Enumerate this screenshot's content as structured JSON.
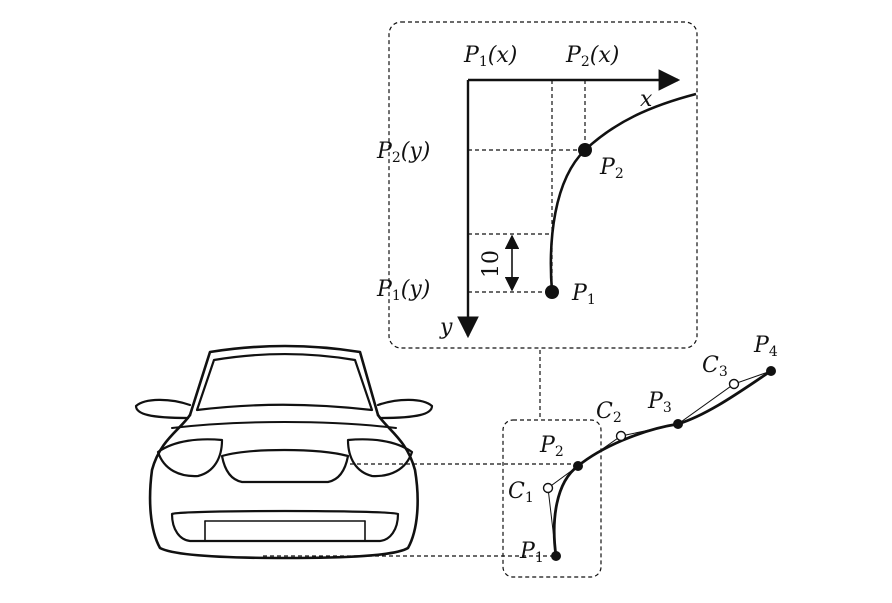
{
  "inset": {
    "axis_x_label": "x",
    "axis_y_label": "y",
    "p1x_label": {
      "base": "P",
      "sub": "1",
      "arg": "(x)"
    },
    "p2x_label": {
      "base": "P",
      "sub": "2",
      "arg": "(x)"
    },
    "p2y_label": {
      "base": "P",
      "sub": "2",
      "arg": "(y)"
    },
    "p1y_label": {
      "base": "P",
      "sub": "1",
      "arg": "(y)"
    },
    "point_p1": {
      "base": "P",
      "sub": "1"
    },
    "point_p2": {
      "base": "P",
      "sub": "2"
    },
    "spacing_label": "10"
  },
  "lane": {
    "points": [
      {
        "base": "P",
        "sub": "1"
      },
      {
        "base": "P",
        "sub": "2"
      },
      {
        "base": "P",
        "sub": "3"
      },
      {
        "base": "P",
        "sub": "4"
      }
    ],
    "controls": [
      {
        "base": "C",
        "sub": "1"
      },
      {
        "base": "C",
        "sub": "2"
      },
      {
        "base": "C",
        "sub": "3"
      }
    ]
  },
  "colors": {
    "ink": "#111111",
    "background": "#ffffff"
  }
}
